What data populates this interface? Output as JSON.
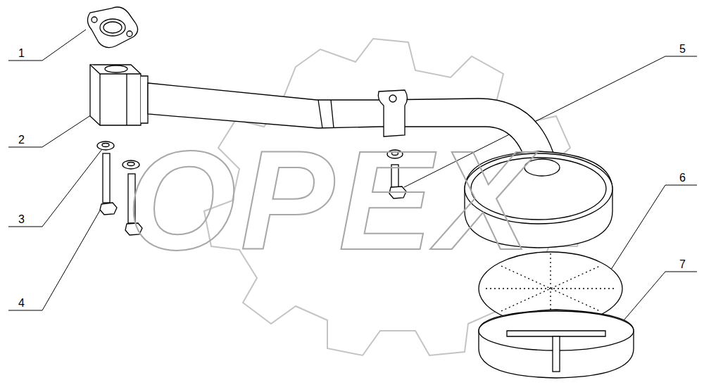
{
  "diagram": {
    "labels": [
      "1",
      "2",
      "3",
      "4",
      "5",
      "6",
      "7",
      "OPEX"
    ]
  }
}
